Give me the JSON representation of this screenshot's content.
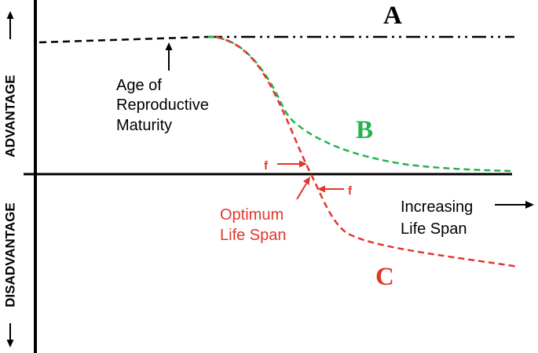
{
  "axis": {
    "y_positive_label": "ADVANTAGE",
    "y_negative_label": "DISADVANTAGE",
    "x_label_line1": "Increasing",
    "x_label_line2": "Life Span"
  },
  "curves": {
    "a": {
      "letter": "A",
      "color": "#000000"
    },
    "b": {
      "letter": "B",
      "color": "#26b24b"
    },
    "c": {
      "letter": "C",
      "color": "#e2362a"
    }
  },
  "annotations": {
    "maturity_line1": "Age of",
    "maturity_line2": "Reproductive",
    "maturity_line3": "Maturity",
    "optimum_line1": "Optimum",
    "optimum_line2": "Life Span",
    "f_left": "f",
    "f_right": "f"
  }
}
